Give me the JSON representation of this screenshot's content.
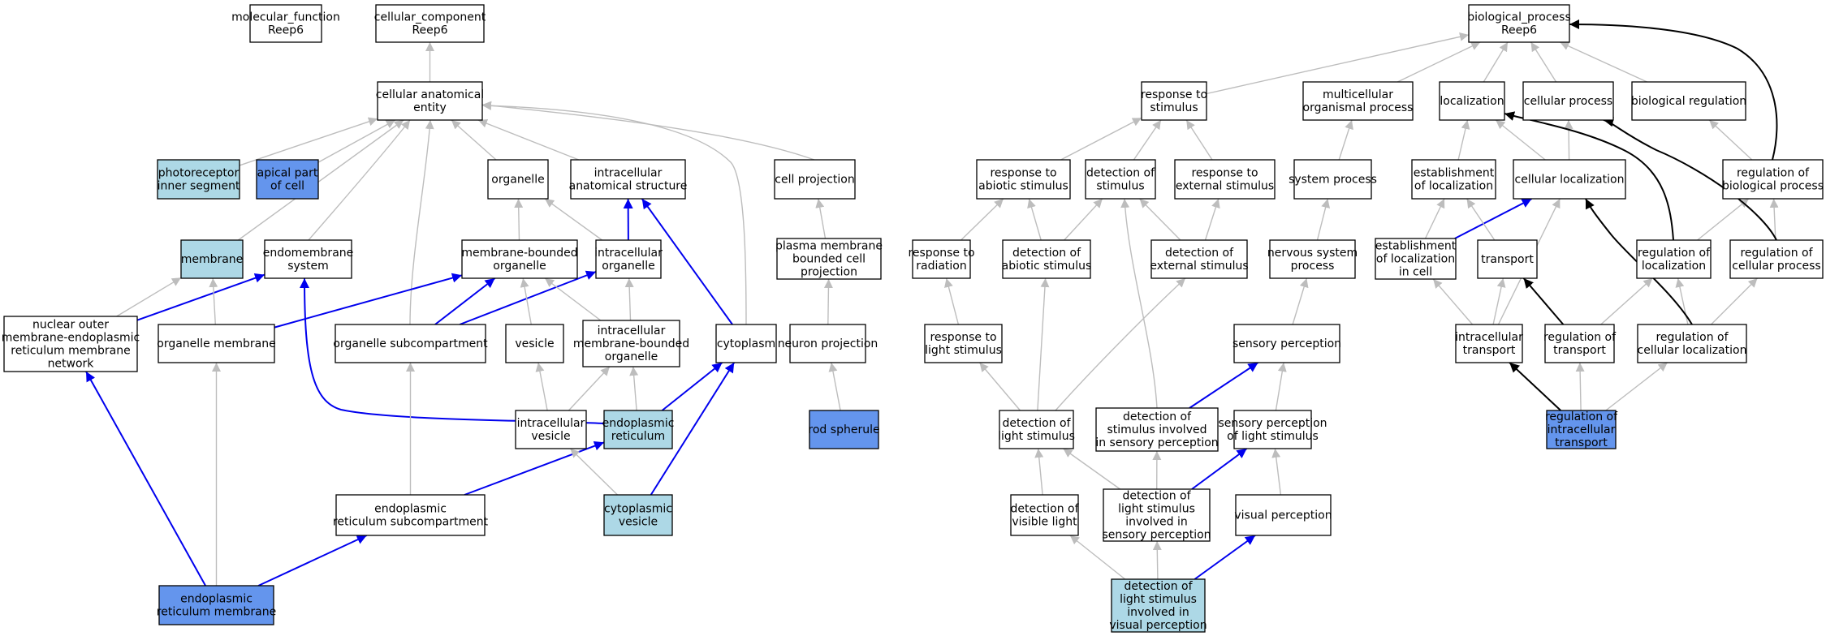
{
  "colors": {
    "plain": "#ffffff",
    "light": "#add8e6",
    "strong": "#6495ed",
    "gray_edge": "#bdbdbd",
    "blue_edge": "#0000ee",
    "black_edge": "#000000"
  },
  "nodes": [
    {
      "id": "mf",
      "fill": "plain",
      "lines": [
        "molecular_function",
        "Reep6"
      ]
    },
    {
      "id": "cc",
      "fill": "plain",
      "lines": [
        "cellular_component",
        "Reep6"
      ]
    },
    {
      "id": "cae",
      "fill": "plain",
      "lines": [
        "cellular anatomical",
        "entity"
      ]
    },
    {
      "id": "pis",
      "fill": "light",
      "lines": [
        "photoreceptor",
        "inner segment"
      ]
    },
    {
      "id": "apc",
      "fill": "strong",
      "lines": [
        "apical part",
        "of cell"
      ]
    },
    {
      "id": "org",
      "fill": "plain",
      "lines": [
        "organelle"
      ]
    },
    {
      "id": "ias",
      "fill": "plain",
      "lines": [
        "intracellular",
        "anatomical structure"
      ]
    },
    {
      "id": "cp",
      "fill": "plain",
      "lines": [
        "cell projection"
      ]
    },
    {
      "id": "mem",
      "fill": "light",
      "lines": [
        "membrane"
      ]
    },
    {
      "id": "ems",
      "fill": "plain",
      "lines": [
        "endomembrane",
        "system"
      ]
    },
    {
      "id": "mbo",
      "fill": "plain",
      "lines": [
        "membrane-bounded",
        "organelle"
      ]
    },
    {
      "id": "io",
      "fill": "plain",
      "lines": [
        "intracellular",
        "organelle"
      ]
    },
    {
      "id": "pmbcp",
      "fill": "plain",
      "lines": [
        "plasma membrane",
        "bounded cell",
        "projection"
      ]
    },
    {
      "id": "nom",
      "fill": "plain",
      "lines": [
        "nuclear outer",
        "membrane-endoplasmic",
        "reticulum membrane",
        "network"
      ]
    },
    {
      "id": "om",
      "fill": "plain",
      "lines": [
        "organelle membrane"
      ]
    },
    {
      "id": "os",
      "fill": "plain",
      "lines": [
        "organelle subcompartment"
      ]
    },
    {
      "id": "ves",
      "fill": "plain",
      "lines": [
        "vesicle"
      ]
    },
    {
      "id": "imbo",
      "fill": "plain",
      "lines": [
        "intracellular",
        "membrane-bounded",
        "organelle"
      ]
    },
    {
      "id": "cyto",
      "fill": "plain",
      "lines": [
        "cytoplasm"
      ]
    },
    {
      "id": "np",
      "fill": "plain",
      "lines": [
        "neuron projection"
      ]
    },
    {
      "id": "iv",
      "fill": "plain",
      "lines": [
        "intracellular",
        "vesicle"
      ]
    },
    {
      "id": "er",
      "fill": "light",
      "lines": [
        "endoplasmic",
        "reticulum"
      ]
    },
    {
      "id": "rs",
      "fill": "strong",
      "lines": [
        "rod spherule"
      ]
    },
    {
      "id": "ers",
      "fill": "plain",
      "lines": [
        "endoplasmic",
        "reticulum subcompartment"
      ]
    },
    {
      "id": "cv",
      "fill": "light",
      "lines": [
        "cytoplasmic",
        "vesicle"
      ]
    },
    {
      "id": "erm",
      "fill": "strong",
      "lines": [
        "endoplasmic",
        "reticulum membrane"
      ]
    },
    {
      "id": "bp",
      "fill": "plain",
      "lines": [
        "biological_process",
        "Reep6"
      ]
    },
    {
      "id": "rts",
      "fill": "plain",
      "lines": [
        "response to",
        "stimulus"
      ]
    },
    {
      "id": "mop",
      "fill": "plain",
      "lines": [
        "multicellular",
        "organismal process"
      ]
    },
    {
      "id": "loc",
      "fill": "plain",
      "lines": [
        "localization"
      ]
    },
    {
      "id": "cpr",
      "fill": "plain",
      "lines": [
        "cellular process"
      ]
    },
    {
      "id": "breg",
      "fill": "plain",
      "lines": [
        "biological regulation"
      ]
    },
    {
      "id": "ras",
      "fill": "plain",
      "lines": [
        "response to",
        "abiotic stimulus"
      ]
    },
    {
      "id": "dos",
      "fill": "plain",
      "lines": [
        "detection of",
        "stimulus"
      ]
    },
    {
      "id": "res",
      "fill": "plain",
      "lines": [
        "response to",
        "external stimulus"
      ]
    },
    {
      "id": "sp",
      "fill": "plain",
      "lines": [
        "system process"
      ]
    },
    {
      "id": "eol",
      "fill": "plain",
      "lines": [
        "establishment",
        "of localization"
      ]
    },
    {
      "id": "cl",
      "fill": "plain",
      "lines": [
        "cellular localization"
      ]
    },
    {
      "id": "rbp",
      "fill": "plain",
      "lines": [
        "regulation of",
        "biological process"
      ]
    },
    {
      "id": "rtr",
      "fill": "plain",
      "lines": [
        "response to",
        "radiation"
      ]
    },
    {
      "id": "das",
      "fill": "plain",
      "lines": [
        "detection of",
        "abiotic stimulus"
      ]
    },
    {
      "id": "des",
      "fill": "plain",
      "lines": [
        "detection of",
        "external stimulus"
      ]
    },
    {
      "id": "nsp",
      "fill": "plain",
      "lines": [
        "nervous system",
        "process"
      ]
    },
    {
      "id": "eolc",
      "fill": "plain",
      "lines": [
        "establishment",
        "of localization",
        "in cell"
      ]
    },
    {
      "id": "tr",
      "fill": "plain",
      "lines": [
        "transport"
      ]
    },
    {
      "id": "rol",
      "fill": "plain",
      "lines": [
        "regulation of",
        "localization"
      ]
    },
    {
      "id": "rcp",
      "fill": "plain",
      "lines": [
        "regulation of",
        "cellular process"
      ]
    },
    {
      "id": "rls",
      "fill": "plain",
      "lines": [
        "response to",
        "light stimulus"
      ]
    },
    {
      "id": "spc",
      "fill": "plain",
      "lines": [
        "sensory perception"
      ]
    },
    {
      "id": "itr",
      "fill": "plain",
      "lines": [
        "intracellular",
        "transport"
      ]
    },
    {
      "id": "rot",
      "fill": "plain",
      "lines": [
        "regulation of",
        "transport"
      ]
    },
    {
      "id": "rocl",
      "fill": "plain",
      "lines": [
        "regulation of",
        "cellular localization"
      ]
    },
    {
      "id": "dls",
      "fill": "plain",
      "lines": [
        "detection of",
        "light stimulus"
      ]
    },
    {
      "id": "dsisp",
      "fill": "plain",
      "lines": [
        "detection of",
        "stimulus involved",
        "in sensory perception"
      ]
    },
    {
      "id": "spls",
      "fill": "plain",
      "lines": [
        "sensory perception",
        "of light stimulus"
      ]
    },
    {
      "id": "roit",
      "fill": "strong",
      "lines": [
        "regulation of",
        "intracellular",
        "transport"
      ]
    },
    {
      "id": "dvl",
      "fill": "plain",
      "lines": [
        "detection of",
        "visible light"
      ]
    },
    {
      "id": "dlsisp",
      "fill": "plain",
      "lines": [
        "detection of",
        "light stimulus",
        "involved in",
        "sensory perception"
      ]
    },
    {
      "id": "vp",
      "fill": "plain",
      "lines": [
        "visual perception"
      ]
    },
    {
      "id": "dlsivp",
      "fill": "light",
      "lines": [
        "detection of",
        "light stimulus",
        "involved in",
        "visual perception"
      ]
    }
  ],
  "edges": [
    {
      "from": "cae",
      "to": "cc",
      "kind": "gray"
    },
    {
      "from": "pis",
      "to": "cae",
      "kind": "gray"
    },
    {
      "from": "apc",
      "to": "cae",
      "kind": "gray"
    },
    {
      "from": "org",
      "to": "cae",
      "kind": "gray"
    },
    {
      "from": "ias",
      "to": "cae",
      "kind": "gray"
    },
    {
      "from": "cp",
      "to": "cae",
      "kind": "gray"
    },
    {
      "from": "mem",
      "to": "cae",
      "kind": "gray"
    },
    {
      "from": "ems",
      "to": "cae",
      "kind": "gray"
    },
    {
      "from": "os",
      "to": "cae",
      "kind": "gray"
    },
    {
      "from": "cyto",
      "to": "cae",
      "kind": "gray"
    },
    {
      "from": "mbo",
      "to": "org",
      "kind": "gray"
    },
    {
      "from": "io",
      "to": "org",
      "kind": "gray"
    },
    {
      "from": "io",
      "to": "ias",
      "kind": "blue"
    },
    {
      "from": "cyto",
      "to": "ias",
      "kind": "blue"
    },
    {
      "from": "pmbcp",
      "to": "cp",
      "kind": "gray"
    },
    {
      "from": "nom",
      "to": "mem",
      "kind": "gray"
    },
    {
      "from": "nom",
      "to": "ems",
      "kind": "blue"
    },
    {
      "from": "om",
      "to": "mem",
      "kind": "gray"
    },
    {
      "from": "om",
      "to": "mbo",
      "kind": "blue"
    },
    {
      "from": "os",
      "to": "mbo",
      "kind": "blue"
    },
    {
      "from": "os",
      "to": "io",
      "kind": "blue"
    },
    {
      "from": "ves",
      "to": "mbo",
      "kind": "gray"
    },
    {
      "from": "imbo",
      "to": "mbo",
      "kind": "gray"
    },
    {
      "from": "imbo",
      "to": "io",
      "kind": "gray"
    },
    {
      "from": "np",
      "to": "pmbcp",
      "kind": "gray"
    },
    {
      "from": "iv",
      "to": "ves",
      "kind": "gray"
    },
    {
      "from": "iv",
      "to": "imbo",
      "kind": "gray"
    },
    {
      "from": "er",
      "to": "imbo",
      "kind": "gray"
    },
    {
      "from": "er",
      "to": "cyto",
      "kind": "blue"
    },
    {
      "from": "er",
      "to": "ems",
      "kind": "blue"
    },
    {
      "from": "rs",
      "to": "np",
      "kind": "gray"
    },
    {
      "from": "ers",
      "to": "os",
      "kind": "gray"
    },
    {
      "from": "ers",
      "to": "er",
      "kind": "blue"
    },
    {
      "from": "cv",
      "to": "iv",
      "kind": "gray"
    },
    {
      "from": "cv",
      "to": "cyto",
      "kind": "blue"
    },
    {
      "from": "erm",
      "to": "om",
      "kind": "gray"
    },
    {
      "from": "erm",
      "to": "ers",
      "kind": "blue"
    },
    {
      "from": "erm",
      "to": "nom",
      "kind": "blue"
    },
    {
      "from": "rts",
      "to": "bp",
      "kind": "gray"
    },
    {
      "from": "mop",
      "to": "bp",
      "kind": "gray"
    },
    {
      "from": "loc",
      "to": "bp",
      "kind": "gray"
    },
    {
      "from": "cpr",
      "to": "bp",
      "kind": "gray"
    },
    {
      "from": "breg",
      "to": "bp",
      "kind": "gray"
    },
    {
      "from": "rbp",
      "to": "bp",
      "kind": "black"
    },
    {
      "from": "ras",
      "to": "rts",
      "kind": "gray"
    },
    {
      "from": "dos",
      "to": "rts",
      "kind": "gray"
    },
    {
      "from": "res",
      "to": "rts",
      "kind": "gray"
    },
    {
      "from": "sp",
      "to": "mop",
      "kind": "gray"
    },
    {
      "from": "eol",
      "to": "loc",
      "kind": "gray"
    },
    {
      "from": "cl",
      "to": "loc",
      "kind": "gray"
    },
    {
      "from": "cl",
      "to": "cpr",
      "kind": "gray"
    },
    {
      "from": "rbp",
      "to": "breg",
      "kind": "gray"
    },
    {
      "from": "rtr",
      "to": "ras",
      "kind": "gray"
    },
    {
      "from": "das",
      "to": "ras",
      "kind": "gray"
    },
    {
      "from": "das",
      "to": "dos",
      "kind": "gray"
    },
    {
      "from": "des",
      "to": "dos",
      "kind": "gray"
    },
    {
      "from": "des",
      "to": "res",
      "kind": "gray"
    },
    {
      "from": "nsp",
      "to": "sp",
      "kind": "gray"
    },
    {
      "from": "eolc",
      "to": "eol",
      "kind": "gray"
    },
    {
      "from": "eolc",
      "to": "cl",
      "kind": "blue"
    },
    {
      "from": "tr",
      "to": "eol",
      "kind": "gray"
    },
    {
      "from": "rol",
      "to": "rbp",
      "kind": "gray"
    },
    {
      "from": "rol",
      "to": "loc",
      "kind": "black"
    },
    {
      "from": "rcp",
      "to": "rbp",
      "kind": "gray"
    },
    {
      "from": "rcp",
      "to": "cpr",
      "kind": "black"
    },
    {
      "from": "rls",
      "to": "rtr",
      "kind": "gray"
    },
    {
      "from": "spc",
      "to": "nsp",
      "kind": "gray"
    },
    {
      "from": "itr",
      "to": "eolc",
      "kind": "gray"
    },
    {
      "from": "itr",
      "to": "tr",
      "kind": "gray"
    },
    {
      "from": "itr",
      "to": "cl",
      "kind": "gray"
    },
    {
      "from": "rot",
      "to": "rol",
      "kind": "gray"
    },
    {
      "from": "rot",
      "to": "tr",
      "kind": "black"
    },
    {
      "from": "rocl",
      "to": "rol",
      "kind": "gray"
    },
    {
      "from": "rocl",
      "to": "rcp",
      "kind": "gray"
    },
    {
      "from": "rocl",
      "to": "cl",
      "kind": "black"
    },
    {
      "from": "dls",
      "to": "rls",
      "kind": "gray"
    },
    {
      "from": "dls",
      "to": "das",
      "kind": "gray"
    },
    {
      "from": "dls",
      "to": "des",
      "kind": "gray"
    },
    {
      "from": "dsisp",
      "to": "dos",
      "kind": "gray"
    },
    {
      "from": "dsisp",
      "to": "spc",
      "kind": "blue"
    },
    {
      "from": "spls",
      "to": "spc",
      "kind": "gray"
    },
    {
      "from": "roit",
      "to": "itr",
      "kind": "black"
    },
    {
      "from": "roit",
      "to": "rot",
      "kind": "gray"
    },
    {
      "from": "roit",
      "to": "rocl",
      "kind": "gray"
    },
    {
      "from": "dvl",
      "to": "dls",
      "kind": "gray"
    },
    {
      "from": "dlsisp",
      "to": "dls",
      "kind": "gray"
    },
    {
      "from": "dlsisp",
      "to": "dsisp",
      "kind": "gray"
    },
    {
      "from": "dlsisp",
      "to": "spls",
      "kind": "blue"
    },
    {
      "from": "vp",
      "to": "spls",
      "kind": "gray"
    },
    {
      "from": "dlsivp",
      "to": "dvl",
      "kind": "gray"
    },
    {
      "from": "dlsivp",
      "to": "dlsisp",
      "kind": "gray"
    },
    {
      "from": "dlsivp",
      "to": "vp",
      "kind": "blue"
    }
  ]
}
